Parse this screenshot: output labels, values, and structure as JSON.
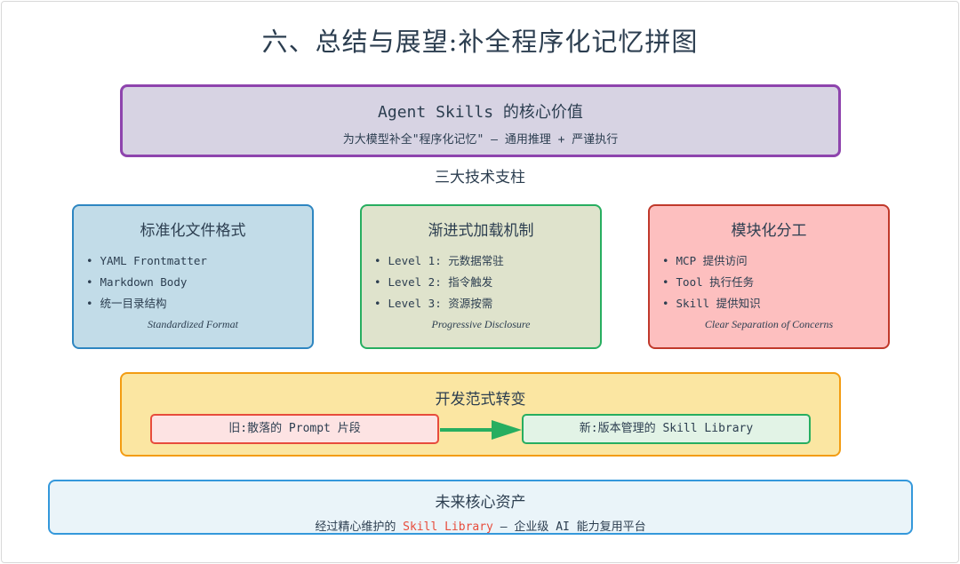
{
  "title": "六、总结与展望:补全程序化记忆拼图",
  "core_value": {
    "title": "Agent Skills 的核心价值",
    "subtitle": "为大模型补全\"程序化记忆\" — 通用推理 + 严谨执行"
  },
  "pillars_label": "三大技术支柱",
  "pillars": [
    {
      "title": "标准化文件格式",
      "items": [
        "YAML Frontmatter",
        "Markdown Body",
        "统一目录结构"
      ],
      "english": "Standardized Format"
    },
    {
      "title": "渐进式加载机制",
      "items": [
        "Level 1: 元数据常驻",
        "Level 2: 指令触发",
        "Level 3: 资源按需"
      ],
      "english": "Progressive Disclosure"
    },
    {
      "title": "模块化分工",
      "items": [
        "MCP 提供访问",
        "Tool 执行任务",
        "Skill 提供知识"
      ],
      "english": "Clear Separation of Concerns"
    }
  ],
  "paradigm": {
    "title": "开发范式转变",
    "old": "旧:散落的 Prompt 片段",
    "new": "新:版本管理的 Skill Library"
  },
  "future": {
    "title": "未来核心资产",
    "sub_prefix": "经过精心维护的 ",
    "sub_highlight": "Skill Library",
    "sub_suffix": " — 企业级 AI 能力复用平台"
  },
  "colors": {
    "purple": "#8e44ad",
    "blue": "#2e86c1",
    "green": "#27ae60",
    "red": "#c0392b",
    "orange": "#f39c12",
    "light_blue": "#3498db"
  }
}
